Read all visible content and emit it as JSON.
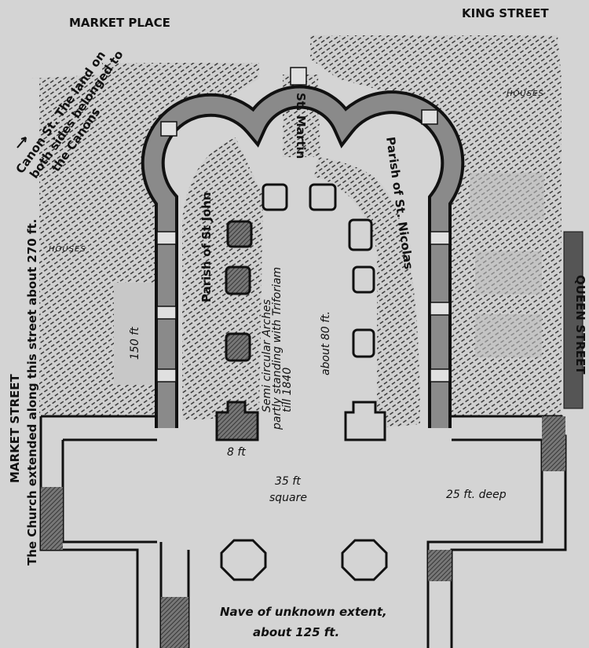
{
  "streets": {
    "market_place": "MARKET PLACE",
    "king_street": "KING STREET",
    "market_street": "MARKET STREET",
    "queen_street": "QUEEN STREET"
  },
  "notes": {
    "canon_line1": "Canon St. The land on",
    "canon_line2": "both sides belonged to",
    "canon_line3": "the Canons",
    "church_extended": "The Church extended along this street about 270 ft.",
    "houses_left": "HOUSES",
    "houses_right": "HOUSES"
  },
  "parishes": {
    "st_john": "Parish of St John",
    "st_martin": "St. Martin",
    "st_nicolas": "Parish of St. Nicolas"
  },
  "dimensions": {
    "length_150": "150 ft",
    "about_80": "about 80 ft.",
    "pier_8": "8 ft",
    "crossing_35": "35 ft",
    "crossing_square": "square",
    "transept_depth": "25 ft. deep",
    "nave_line1": "Nave of unknown extent,",
    "nave_line2": "about 125 ft."
  },
  "arches_note": {
    "line1": "Semi circular Arches",
    "line2": "partly standing with Triforiam",
    "line3": "till 1840"
  },
  "colors": {
    "paper": "#d4d4d4",
    "ink": "#111111",
    "wall_fill": "#6a6a6a"
  }
}
